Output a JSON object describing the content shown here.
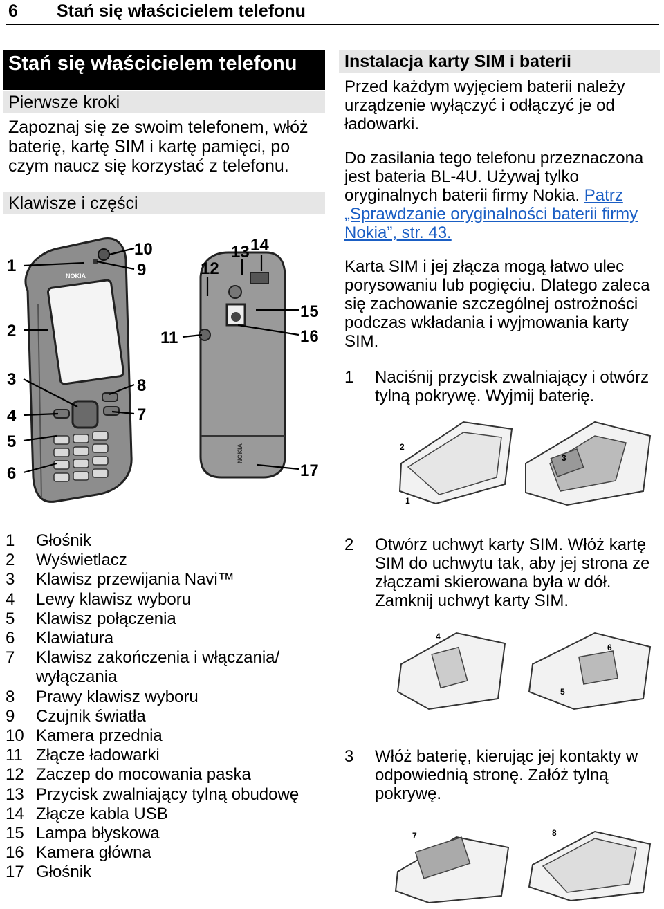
{
  "header": {
    "page_number": "6",
    "running_title": "Stań się właścicielem telefonu"
  },
  "left": {
    "chapter_title": "Stań się właścicielem telefonu",
    "section_title": "Pierwsze kroki",
    "intro": "Zapoznaj się ze swoim telefonem, włóż baterię, kartę SIM i kartę pamięci, po czym naucz się korzystać z telefonu.",
    "subsection_title": "Klawisze i części",
    "callouts": [
      "1",
      "2",
      "3",
      "4",
      "5",
      "6",
      "7",
      "8",
      "9",
      "10",
      "11",
      "12",
      "13",
      "14",
      "15",
      "16",
      "17"
    ],
    "brand_front": "NOKIA",
    "brand_back": "NOKIA",
    "parts": [
      {
        "n": "1",
        "label": "Głośnik"
      },
      {
        "n": "2",
        "label": "Wyświetlacz"
      },
      {
        "n": "3",
        "label": "Klawisz przewijania Navi™"
      },
      {
        "n": "4",
        "label": "Lewy klawisz wyboru"
      },
      {
        "n": "5",
        "label": "Klawisz połączenia"
      },
      {
        "n": "6",
        "label": "Klawiatura"
      },
      {
        "n": "7",
        "label": "Klawisz zakończenia i włączania/ wyłączania"
      },
      {
        "n": "8",
        "label": "Prawy klawisz wyboru"
      },
      {
        "n": "9",
        "label": "Czujnik światła"
      },
      {
        "n": "10",
        "label": "Kamera przednia"
      },
      {
        "n": "11",
        "label": "Złącze ładowarki"
      },
      {
        "n": "12",
        "label": "Zaczep do mocowania paska"
      },
      {
        "n": "13",
        "label": "Przycisk zwalniający tylną obudowę"
      },
      {
        "n": "14",
        "label": "Złącze kabla USB"
      },
      {
        "n": "15",
        "label": "Lampa błyskowa"
      },
      {
        "n": "16",
        "label": "Kamera główna"
      },
      {
        "n": "17",
        "label": "Głośnik"
      }
    ]
  },
  "right": {
    "section_title": "Instalacja karty SIM i baterii",
    "para1": "Przed każdym wyjęciem baterii należy urządzenie wyłączyć i odłączyć je od ładowarki.",
    "para2": "Do zasilania tego telefonu przeznaczona jest bateria BL-4U. Używaj tylko oryginalnych baterii firmy Nokia.",
    "para2_link": "Patrz „Sprawdzanie oryginalności baterii firmy Nokia”, str. 43.",
    "para3": "Karta SIM i jej złącza mogą łatwo ulec porysowaniu lub pogięciu. Dlatego zaleca się zachowanie szczególnej ostrożności podczas wkładania i wyjmowania karty SIM.",
    "steps": [
      {
        "n": "1",
        "text": "Naciśnij przycisk zwalniający i otwórz tylną pokrywę. Wyjmij baterię."
      },
      {
        "n": "2",
        "text": "Otwórz uchwyt karty SIM. Włóż kartę SIM do uchwytu tak, aby jej strona ze złączami skierowana była w dół. Zamknij uchwyt karty SIM."
      },
      {
        "n": "3",
        "text": "Włóż baterię, kierując jej kontakty w odpowiednią stronę. Załóż tylną pokrywę."
      }
    ],
    "figure_labels": {
      "fig1_a": "2",
      "fig1_b": "1",
      "fig1_c": "3",
      "fig2_a": "4",
      "fig2_b": "5",
      "fig2_c": "6",
      "fig3_a": "7",
      "fig3_b": "8"
    }
  }
}
